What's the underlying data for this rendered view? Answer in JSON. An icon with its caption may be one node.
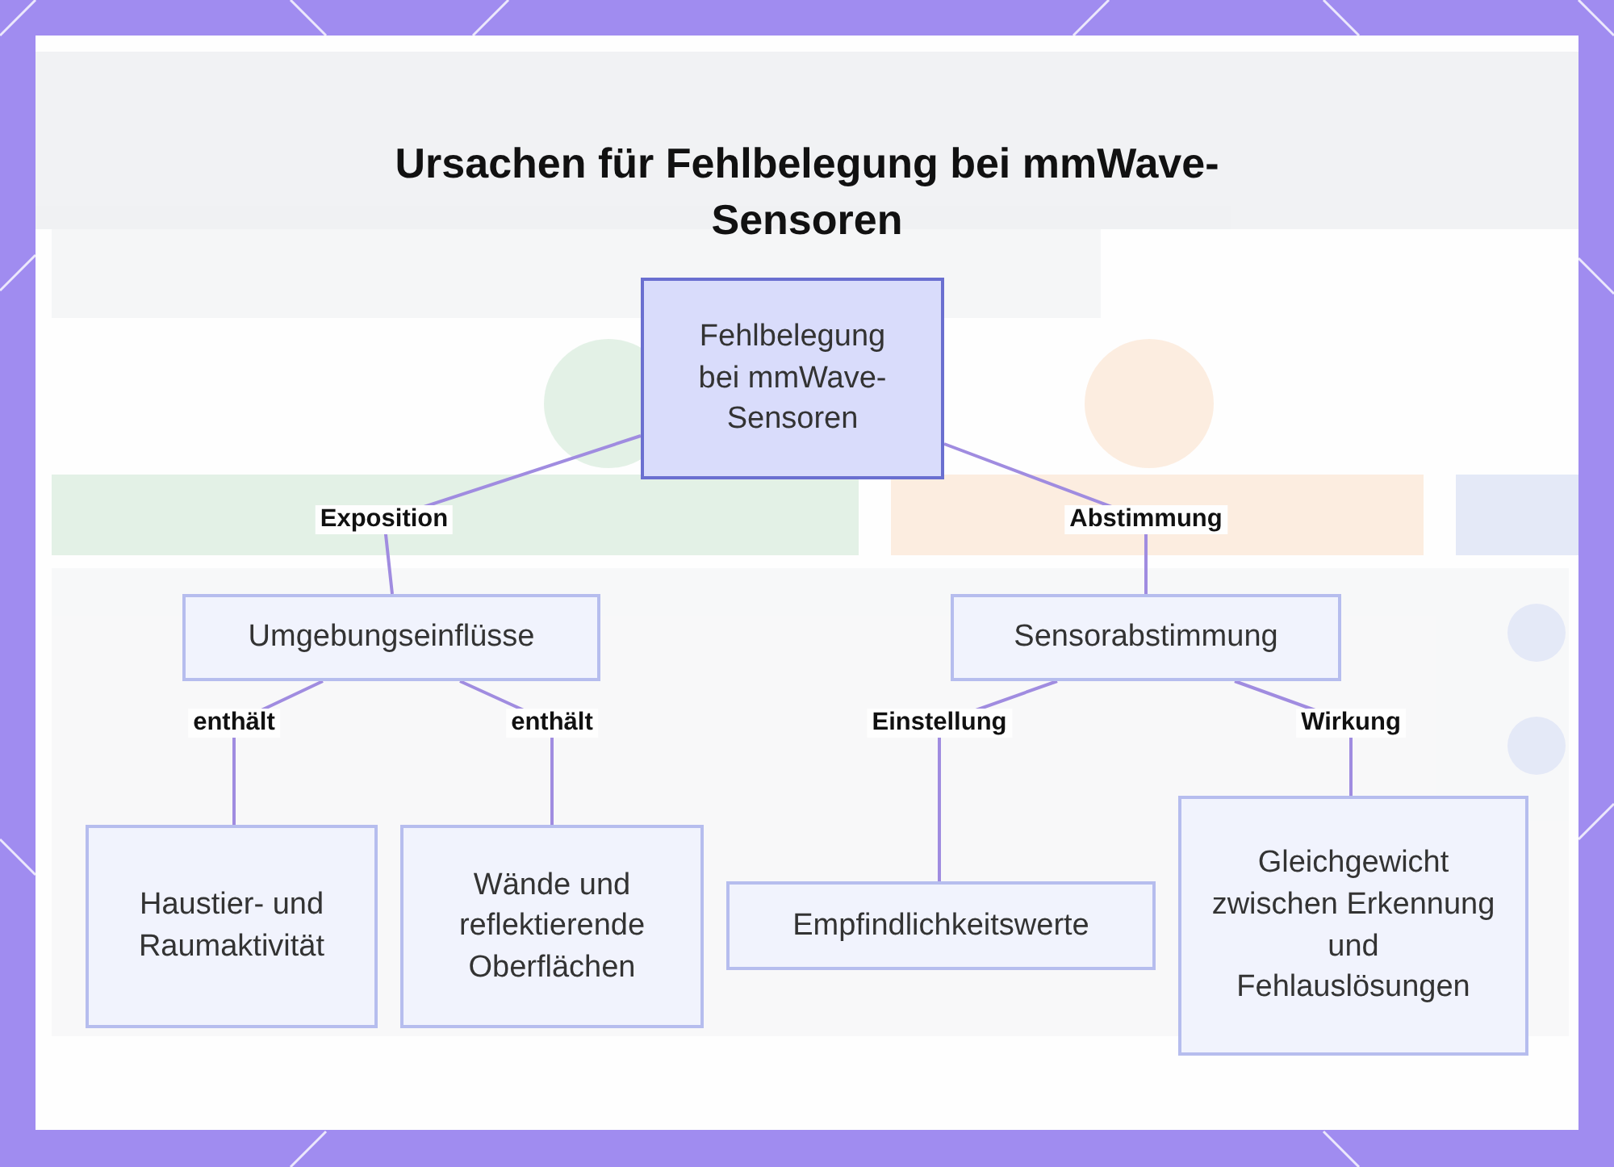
{
  "diagram": {
    "title": "Ursachen für Fehlbelegung bei mmWave-Sensoren",
    "nodes": [
      {
        "text": [
          "Fehlbelegung bei mmWave-Sensoren"
        ]
      },
      {
        "text": [
          "Umgebungseinflüsse"
        ]
      },
      {
        "text": [
          "Sensorabstimmung"
        ]
      },
      {
        "text": [
          "Haustier- und Raumaktivität"
        ]
      },
      {
        "text": [
          "Wände und reflektierende Oberflächen"
        ]
      },
      {
        "text": [
          "Empfindlichkeitswerte"
        ]
      },
      {
        "text": [
          "Gleichgewicht zwischen Erkennung und Fehlauslösungen"
        ]
      }
    ],
    "edges": [
      {
        "from": 0,
        "to": 1,
        "arrow": "none",
        "label": "Exposition"
      },
      {
        "from": 0,
        "to": 2,
        "arrow": "none",
        "label": "Abstimmung"
      },
      {
        "from": 1,
        "to": 3,
        "arrow": "none",
        "label": "enthält"
      },
      {
        "from": 1,
        "to": 4,
        "arrow": "none",
        "label": "enthält"
      },
      {
        "from": 2,
        "to": 5,
        "arrow": "none",
        "label": "Einstellung"
      },
      {
        "from": 2,
        "to": 6,
        "arrow": "none",
        "label": "Wirkung"
      }
    ]
  }
}
